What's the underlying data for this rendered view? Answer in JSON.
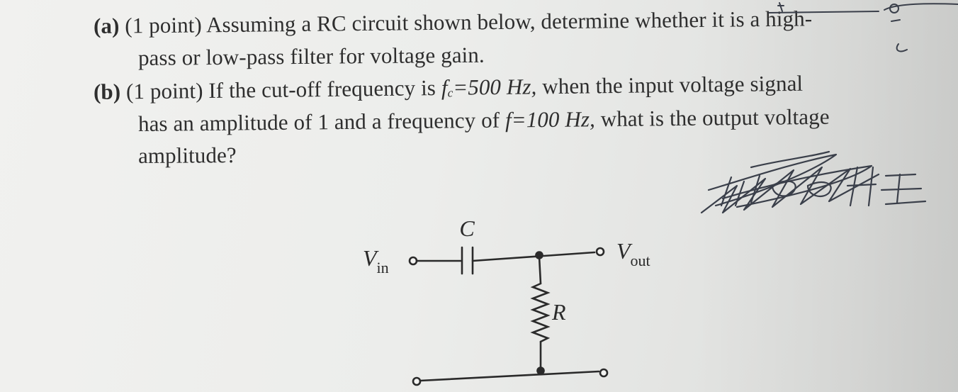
{
  "question_a": {
    "label": "(a)",
    "points": "(1 point)",
    "line1": "Assuming a RC circuit shown below, determine whether it is a high-",
    "line2": "pass or low-pass filter for voltage gain."
  },
  "question_b": {
    "label": "(b)",
    "points": "(1 point)",
    "line1_pre": "If the cut-off frequency is",
    "fc_symbol": "f",
    "fc_sub": "c",
    "fc_value": "=500 Hz,",
    "line1_post": "when the input voltage signal",
    "line2_pre": "has an amplitude of 1 and a frequency of",
    "f_value": "f=100 Hz,",
    "line2_post": "what is the output voltage",
    "line3": "amplitude?"
  },
  "circuit": {
    "capacitor_label": "C",
    "resistor_label": "R",
    "vin_label": "V",
    "vin_sub": "in",
    "vout_label": "V",
    "vout_sub": "out"
  },
  "colors": {
    "ink": "#2e2e2e",
    "scribble": "#3a3f4a"
  }
}
